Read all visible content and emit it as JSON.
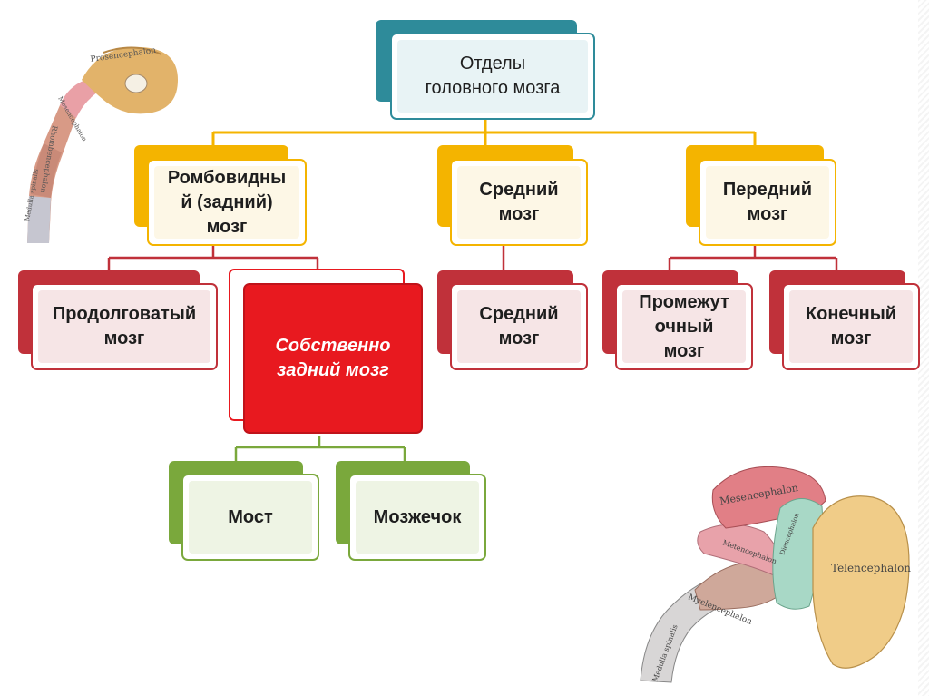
{
  "root": {
    "label": "Отделы\nголовного мозга",
    "color": "#2e8b9a"
  },
  "level1": [
    {
      "label": "Ромбовидны\nй (задний)\nмозг"
    },
    {
      "label": "Средний\nмозг"
    },
    {
      "label": "Передний\nмозг"
    }
  ],
  "level2": [
    {
      "label": "Продолговатый\nмозг"
    },
    {
      "label": "Собственно\nзадний мозг"
    },
    {
      "label": "Средний\nмозг"
    },
    {
      "label": "Промежут\nочный\nмозг"
    },
    {
      "label": "Конечный\nмозг"
    }
  ],
  "level3": [
    {
      "label": "Мост"
    },
    {
      "label": "Мозжечок"
    }
  ],
  "illustrations": {
    "top_left": [
      "Prosencephalon",
      "Mesencephalon",
      "Rhombencephalon",
      "Medulla spinalis"
    ],
    "bottom_right": [
      "Mesencephalon",
      "Diencephalon",
      "Metencephalon",
      "Myelencephalon",
      "Telencephalon",
      "Medulla spinalis"
    ]
  },
  "colors": {
    "teal": "#2e8b9a",
    "yellow": "#f4b400",
    "dark_red": "#c0313a",
    "bright_red": "#e8191f",
    "green": "#7aa83c"
  }
}
